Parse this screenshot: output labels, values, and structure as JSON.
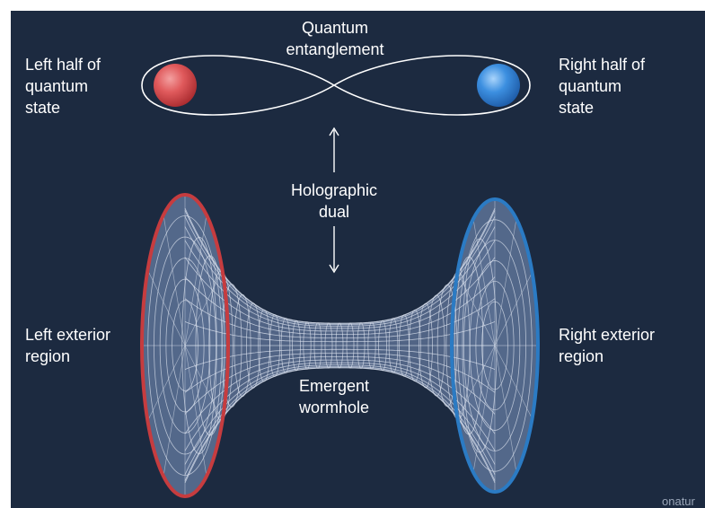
{
  "colors": {
    "frame": "#ffffff",
    "background": "#1c2a40",
    "red": "#c63c3f",
    "blue": "#2b7bc4",
    "mesh_fill": "#5a6f92",
    "mesh_line": "#dfe6f1",
    "text": "#ffffff"
  },
  "labels": {
    "quantum_entanglement": "Quantum\nentanglement",
    "left_half": "Left half of\nquantum\nstate",
    "right_half": "Right half of\nquantum\nstate",
    "holographic_dual": "Holographic\ndual",
    "left_exterior": "Left exterior\nregion",
    "right_exterior": "Right exterior\nregion",
    "emergent_wormhole": "Emergent\nwormhole",
    "credit": "onatur"
  },
  "icons": {
    "left_sphere": "red-sphere-icon",
    "right_sphere": "blue-sphere-icon",
    "arrow_up": "arrow-up-icon",
    "arrow_down": "arrow-down-icon"
  }
}
